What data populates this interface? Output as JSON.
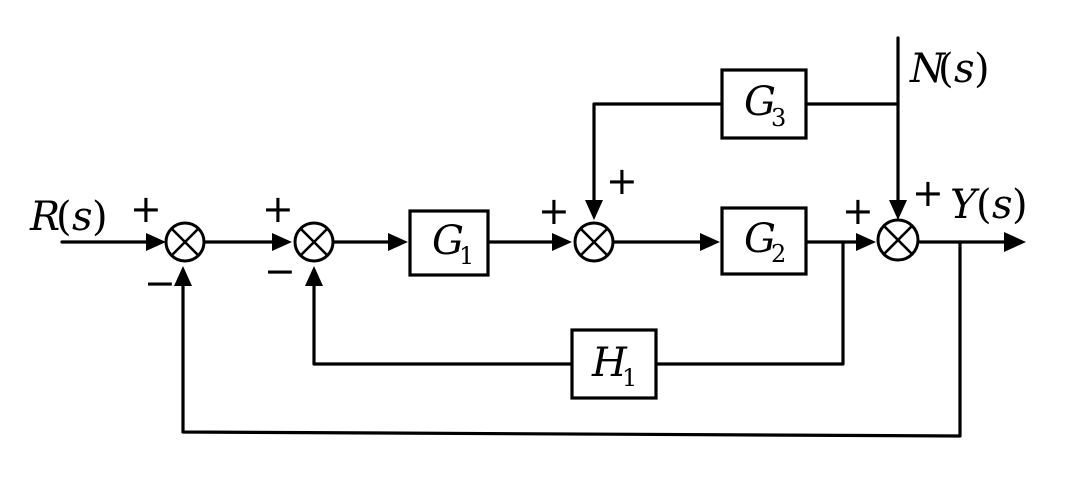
{
  "signals": {
    "input": {
      "name": "R",
      "open": "(",
      "var": "s",
      "close": ")"
    },
    "output": {
      "name": "Y",
      "open": "(",
      "var": "s",
      "close": ")"
    },
    "disturbance": {
      "name": "N",
      "open": "(",
      "var": "s",
      "close": ")"
    }
  },
  "blocks": {
    "g1": {
      "main": "G",
      "sub": "1"
    },
    "g2": {
      "main": "G",
      "sub": "2"
    },
    "g3": {
      "main": "G",
      "sub": "3"
    },
    "h1": {
      "main": "H",
      "sub": "1"
    }
  },
  "signs": {
    "sum1_in": "+",
    "sum1_fb": "−",
    "sum2_in": "+",
    "sum2_fb": "−",
    "sum3_in": "+",
    "sum3_top": "+",
    "sum4_in": "+",
    "sum4_top": "+"
  }
}
